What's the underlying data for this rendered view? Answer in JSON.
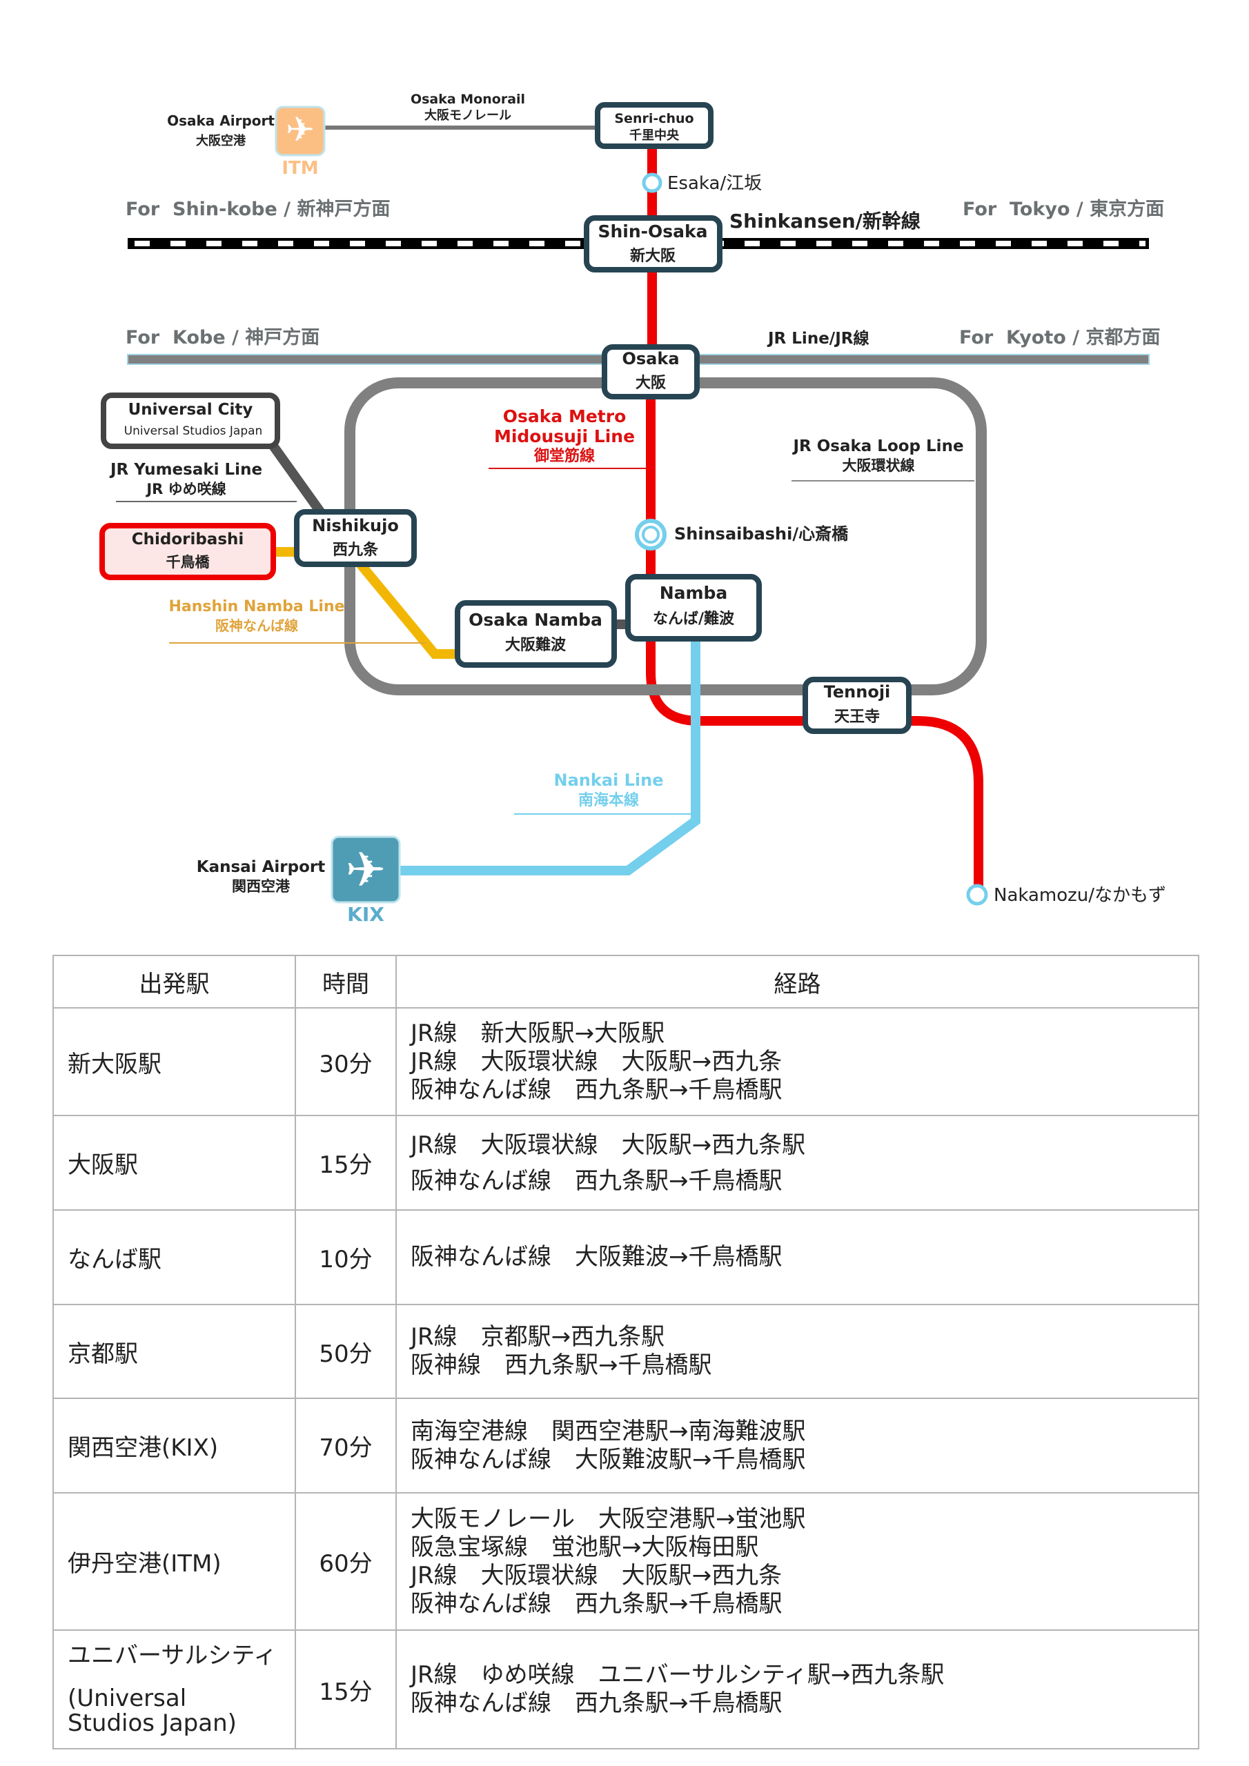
{
  "map": {
    "colors": {
      "midousuji": "#ee0000",
      "nankai": "#74cfec",
      "loop": "#808080",
      "hanshin": "#f2b705",
      "yumesaki": "#555555",
      "station_border": "#274452",
      "chidoribashi_border": "#ee0000",
      "chidoribashi_fill": "#fde6e6",
      "itm_fill": "#fbbf84",
      "kix_fill": "#4f9db5"
    },
    "osaka_airport": {
      "en": "Osaka Airport",
      "ja": "大阪空港",
      "code": "ITM"
    },
    "monorail": {
      "en": "Osaka Monorail",
      "ja": "大阪モノレール"
    },
    "senri_chuo": {
      "en": "Senri-chuo",
      "ja": "千里中央"
    },
    "esaka": "Esaka/江坂",
    "shin_osaka": {
      "en": "Shin-Osaka",
      "ja": "新大阪"
    },
    "shinkansen": "Shinkansen/新幹線",
    "for_shinkobe": "For  Shin-kobe / 新神戸方面",
    "for_tokyo": "For  Tokyo / 東京方面",
    "for_kobe": "For  Kobe / 神戸方面",
    "jr_line": "JR Line/JR線",
    "for_kyoto": "For  Kyoto / 京都方面",
    "osaka": {
      "en": "Osaka",
      "ja": "大阪"
    },
    "universal_city": {
      "en": "Universal City",
      "sub": "Universal Studios Japan"
    },
    "yumesaki_line": {
      "en": "JR Yumesaki Line",
      "ja": "JR ゆめ咲線"
    },
    "midousuji_line": {
      "en1": "Osaka Metro",
      "en2": "Midousuji Line",
      "ja": "御堂筋線"
    },
    "loop_line": {
      "en": "JR Osaka Loop Line",
      "ja": "大阪環状線"
    },
    "chidoribashi": {
      "en": "Chidoribashi",
      "ja": "千鳥橋"
    },
    "nishikujo": {
      "en": "Nishikujo",
      "ja": "西九条"
    },
    "shinsaibashi": "Shinsaibashi/心斎橋",
    "hanshin_line": {
      "en": "Hanshin Namba Line",
      "ja": "阪神なんば線"
    },
    "osaka_namba": {
      "en": "Osaka Namba",
      "ja": "大阪難波"
    },
    "namba": {
      "en": "Namba",
      "ja": "なんば/難波"
    },
    "tennoji": {
      "en": "Tennoji",
      "ja": "天王寺"
    },
    "nankai_line": {
      "en": "Nankai Line",
      "ja": "南海本線"
    },
    "kansai_airport": {
      "en": "Kansai Airport",
      "ja": "関西空港",
      "code": "KIX"
    },
    "nakamozu": "Nakamozu/なかもず"
  },
  "table": {
    "headers": [
      "出発駅",
      "時間",
      "経路"
    ],
    "rows": [
      {
        "station": "新大阪駅",
        "time": "30分",
        "route": [
          "JR線　新大阪駅→大阪駅",
          "JR線　大阪環状線　大阪駅→西九条",
          "阪神なんば線　西九条駅→千鳥橋駅"
        ]
      },
      {
        "station": "大阪駅",
        "time": "15分",
        "route": [
          "JR線　大阪環状線　大阪駅→西九条駅",
          "阪神なんば線　西九条駅→千鳥橋駅"
        ]
      },
      {
        "station": "なんば駅",
        "time": "10分",
        "route": [
          "阪神なんば線　大阪難波→千鳥橋駅"
        ]
      },
      {
        "station": "京都駅",
        "time": "50分",
        "route": [
          "JR線　京都駅→西九条駅",
          "阪神線　西九条駅→千鳥橋駅"
        ]
      },
      {
        "station": "関西空港(KIX)",
        "time": "70分",
        "route": [
          "南海空港線　関西空港駅→南海難波駅",
          "阪神なんば線　大阪難波駅→千鳥橋駅"
        ]
      },
      {
        "station": "伊丹空港(ITM)",
        "time": "60分",
        "route": [
          "大阪モノレール　大阪空港駅→蛍池駅",
          "阪急宝塚線　蛍池駅→大阪梅田駅",
          "JR線　大阪環状線　大阪駅→西九条",
          "阪神なんば線　西九条駅→千鳥橋駅"
        ]
      },
      {
        "station": "ユニバーサルシティ",
        "station_sub": "(Universal Studios Japan)",
        "time": "15分",
        "route": [
          "JR線　ゆめ咲線　ユニバーサルシティ駅→西九条駅",
          "阪神なんば線　西九条駅→千鳥橋駅"
        ]
      }
    ]
  }
}
